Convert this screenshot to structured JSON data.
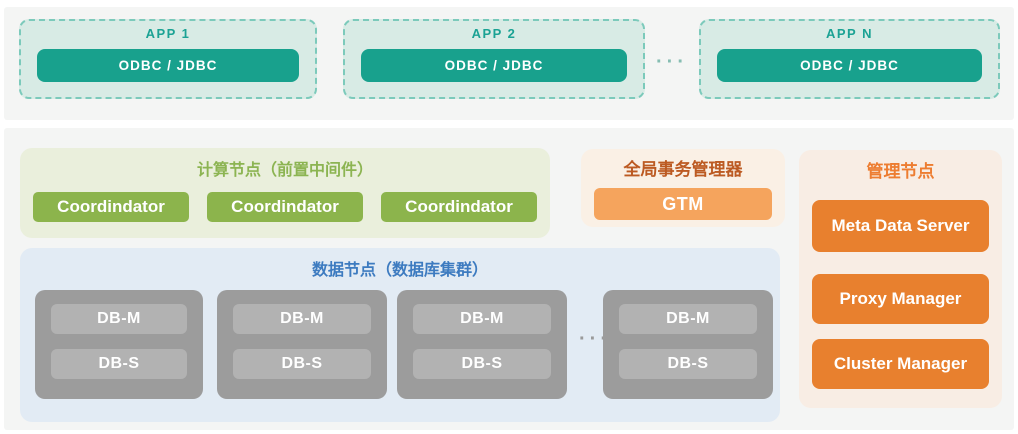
{
  "colors": {
    "teal": "#18a18d",
    "teal_light_fill": "#d8ebe5",
    "teal_dashed_border": "#7ccabb",
    "green": "#8cb44c",
    "green_panel": "#eaefdc",
    "orange_dark_title": "#bc5a22",
    "orange_light": "#f5a45d",
    "orange": "#e8802e",
    "orange_title": "#ed7d31",
    "cream_panel": "#f8ede4",
    "blue_title": "#3d7bc0",
    "blue_panel": "#e2ebf4",
    "gray_outer": "#9c9c9c",
    "gray_inner": "#b2b2b2",
    "band_bg": "#f4f5f4"
  },
  "app_tier": {
    "apps": [
      {
        "name": "APP 1",
        "driver": "ODBC / JDBC"
      },
      {
        "name": "APP 2",
        "driver": "ODBC / JDBC"
      },
      {
        "name": "APP N",
        "driver": "ODBC / JDBC"
      }
    ],
    "ellipsis": "···"
  },
  "compute": {
    "title": "计算节点（前置中间件）",
    "nodes": [
      "Coordindator",
      "Coordindator",
      "Coordindator"
    ]
  },
  "gtm": {
    "title": "全局事务管理器",
    "node": "GTM"
  },
  "management": {
    "title": "管理节点",
    "nodes": [
      "Meta Data Server",
      "Proxy Manager",
      "Cluster Manager"
    ]
  },
  "data_tier": {
    "title": "数据节点（数据库集群）",
    "groups": [
      {
        "master": "DB-M",
        "slave": "DB-S"
      },
      {
        "master": "DB-M",
        "slave": "DB-S"
      },
      {
        "master": "DB-M",
        "slave": "DB-S"
      },
      {
        "master": "DB-M",
        "slave": "DB-S"
      }
    ],
    "ellipsis": "···"
  }
}
